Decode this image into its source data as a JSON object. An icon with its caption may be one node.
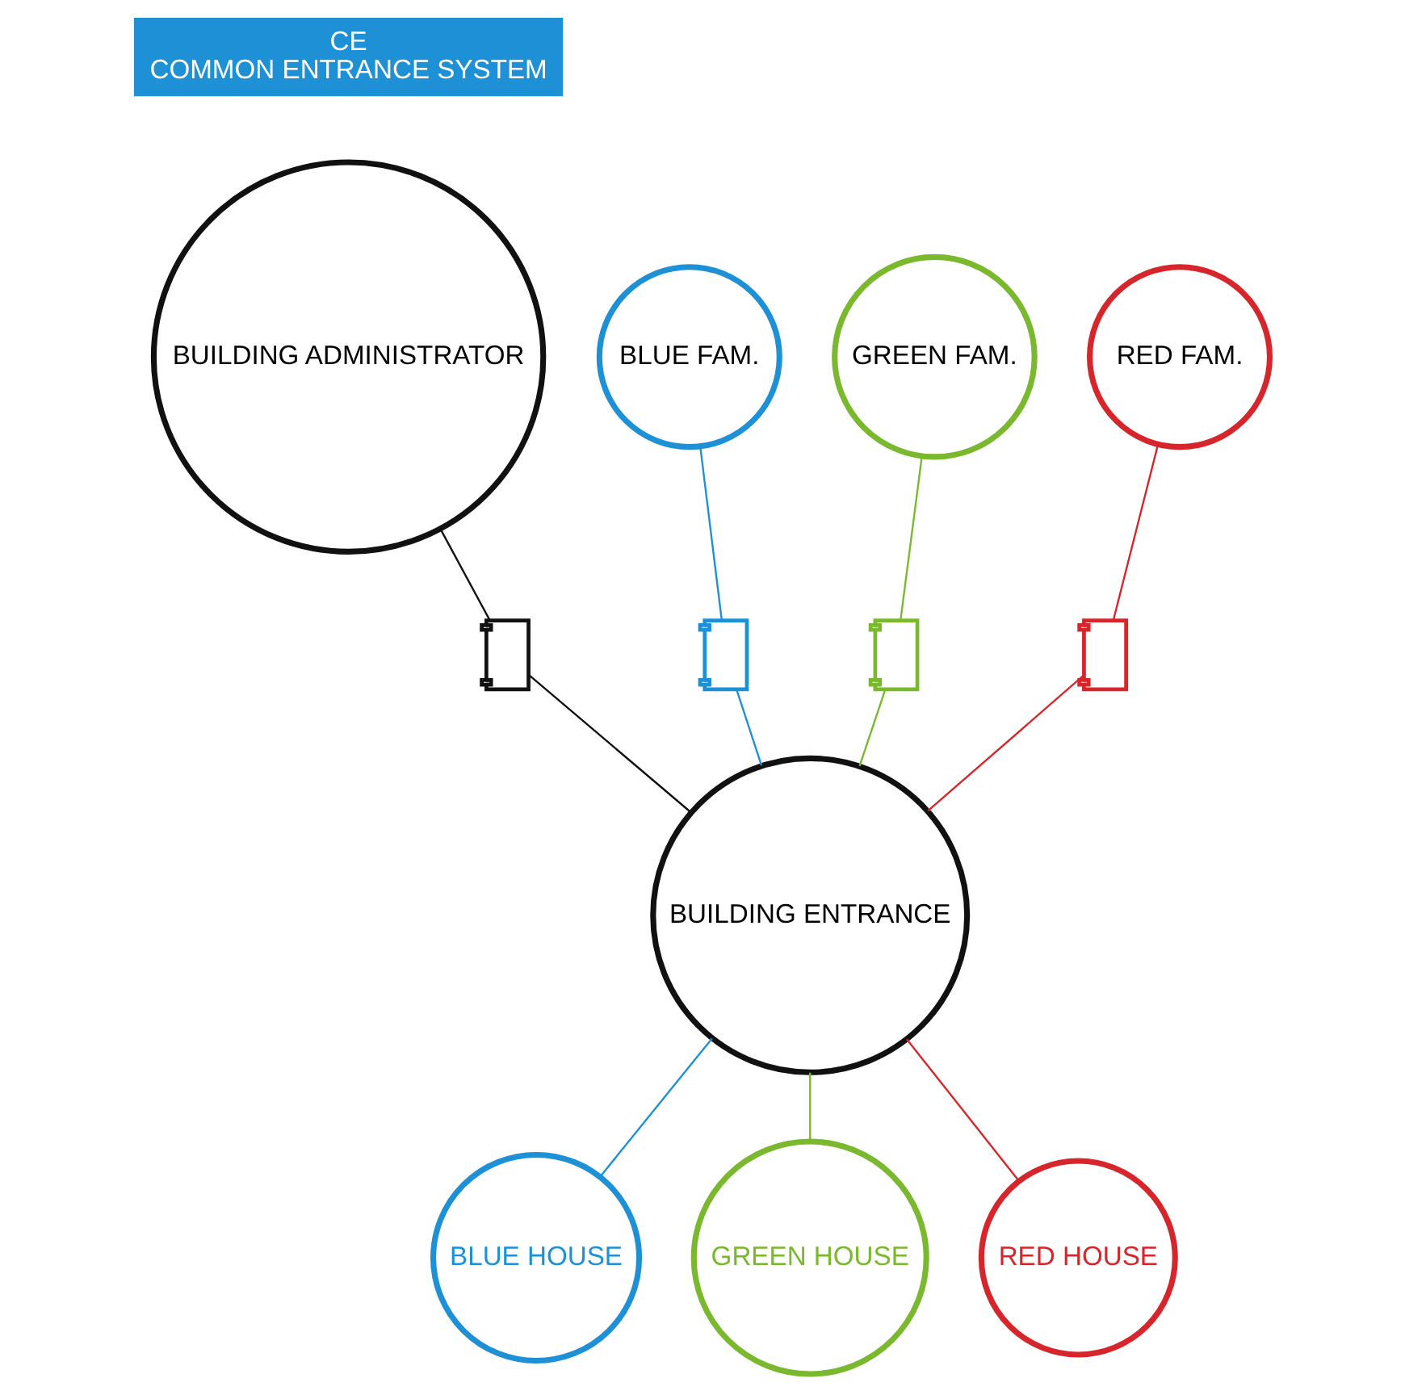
{
  "diagram": {
    "nodes": [
      {
        "text": [
          "CE",
          "COMMON ENTRANCE SYSTEM"
        ]
      },
      {
        "text": [
          "BUILDING ADMINISTRATOR"
        ]
      },
      {
        "text": [
          "BLUE FAM."
        ]
      },
      {
        "text": [
          "GREEN FAM."
        ]
      },
      {
        "text": [
          "RED FAM."
        ]
      },
      {
        "text": [],
        "shape": "key"
      },
      {
        "text": [],
        "shape": "key"
      },
      {
        "text": [],
        "shape": "key"
      },
      {
        "text": [],
        "shape": "key"
      },
      {
        "text": [
          "BUILDING ENTRANCE"
        ]
      },
      {
        "text": [
          "BLUE HOUSE"
        ]
      },
      {
        "text": [
          "GREEN HOUSE"
        ]
      },
      {
        "text": [
          "RED HOUSE"
        ]
      }
    ],
    "edges": [
      {
        "from": 1,
        "to": 5,
        "arrow": "none",
        "color": "#111111"
      },
      {
        "from": 5,
        "to": 9,
        "arrow": "none",
        "color": "#111111"
      },
      {
        "from": 2,
        "to": 6,
        "arrow": "none",
        "color": "#1e90d6"
      },
      {
        "from": 6,
        "to": 9,
        "arrow": "none",
        "color": "#1e90d6"
      },
      {
        "from": 3,
        "to": 7,
        "arrow": "none",
        "color": "#7ab82e"
      },
      {
        "from": 7,
        "to": 9,
        "arrow": "none",
        "color": "#7ab82e"
      },
      {
        "from": 4,
        "to": 8,
        "arrow": "none",
        "color": "#d7262b"
      },
      {
        "from": 8,
        "to": 9,
        "arrow": "none",
        "color": "#d7262b"
      },
      {
        "from": 9,
        "to": 10,
        "arrow": "none",
        "color": "#1e90d6"
      },
      {
        "from": 9,
        "to": 11,
        "arrow": "none",
        "color": "#7ab82e"
      },
      {
        "from": 9,
        "to": 12,
        "arrow": "none",
        "color": "#d7262b"
      }
    ]
  }
}
